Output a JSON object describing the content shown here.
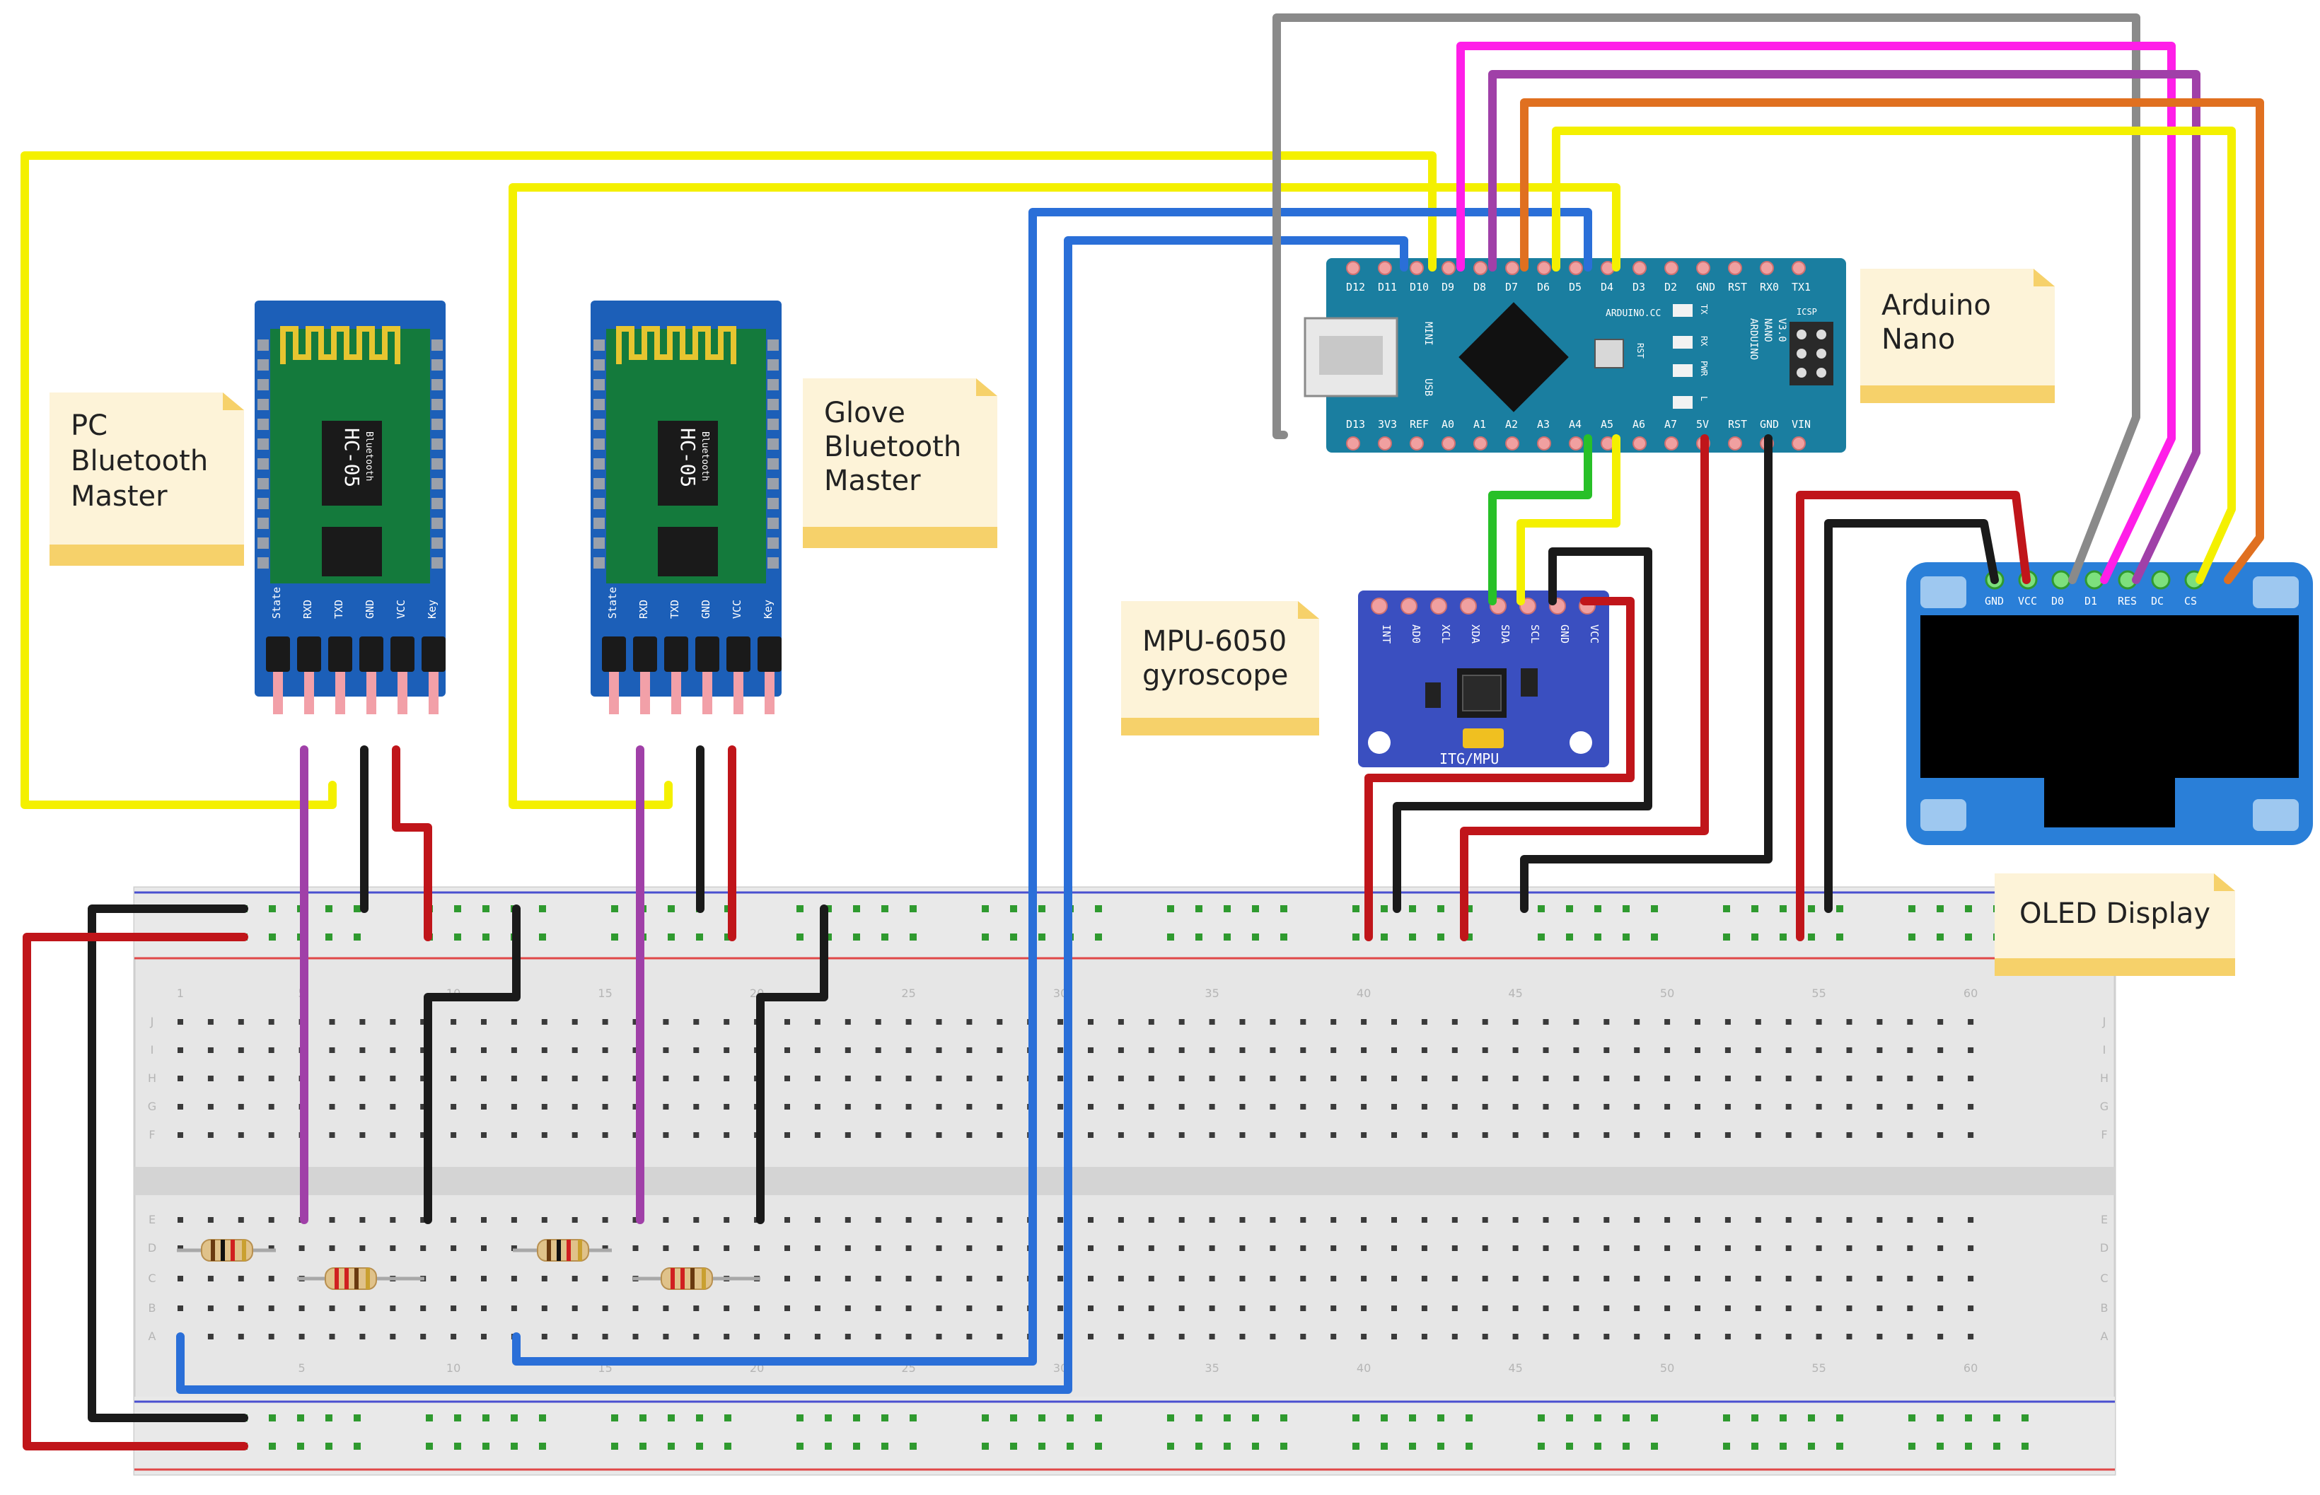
{
  "labels": {
    "pc_bt": [
      "PC",
      "Bluetooth",
      "Master"
    ],
    "glove_bt": [
      "Glove",
      "Bluetooth",
      "Master"
    ],
    "arduino": [
      "Arduino",
      "Nano"
    ],
    "mpu": [
      "MPU-6050",
      "gyroscope"
    ],
    "oled": [
      "OLED Display"
    ]
  },
  "hc05": {
    "chip": "HC-05",
    "sub": "Bluetooth",
    "pins": [
      "State",
      "RXD",
      "TXD",
      "GND",
      "VCC",
      "Key"
    ]
  },
  "nano": {
    "top_pins": [
      "D12",
      "D11",
      "D10",
      "D9",
      "D8",
      "D7",
      "D6",
      "D5",
      "D4",
      "D3",
      "D2",
      "GND",
      "RST",
      "RX0",
      "TX1"
    ],
    "bottom_pins": [
      "D13",
      "3V3",
      "REF",
      "A0",
      "A1",
      "A2",
      "A3",
      "A4",
      "A5",
      "A6",
      "A7",
      "5V",
      "RST",
      "GND",
      "VIN"
    ],
    "board_text": "ARDUINO.CC",
    "side_text": [
      "ARDUINO",
      "NANO",
      "V3.0"
    ],
    "leds": [
      "TX",
      "RX",
      "PWR",
      "L"
    ],
    "misc": [
      "ICSP",
      "RST",
      "MINI",
      "USB"
    ]
  },
  "mpu_board": {
    "pins": [
      "INT",
      "AD0",
      "XCL",
      "XDA",
      "SDA",
      "SCL",
      "GND",
      "VCC"
    ],
    "text": "ITG/MPU"
  },
  "oled_board": {
    "pins": [
      "GND",
      "VCC",
      "D0",
      "D1",
      "RES",
      "DC",
      "CS"
    ]
  },
  "breadboard": {
    "row_letters_top": [
      "J",
      "I",
      "H",
      "G",
      "F"
    ],
    "row_letters_bottom": [
      "E",
      "D",
      "C",
      "B",
      "A"
    ],
    "column_numbers": [
      "1",
      "5",
      "10",
      "15",
      "20",
      "25",
      "30",
      "35",
      "40",
      "45",
      "50",
      "55",
      "60"
    ]
  },
  "colors": {
    "yellow": "#f4f000",
    "blue": "#2a6fd8",
    "red": "#c0151a",
    "black": "#1a1a1a",
    "gray": "#8a8a8a",
    "magenta": "#ff1ee8",
    "purple": "#a040a8",
    "orange": "#e07020",
    "green": "#28c028",
    "board_blue": "#1c5fb8",
    "nano_teal": "#1a7ea0",
    "hc_green": "#147a3c",
    "note_bg": "#fdf3d8",
    "note_edge": "#f6d16a"
  }
}
